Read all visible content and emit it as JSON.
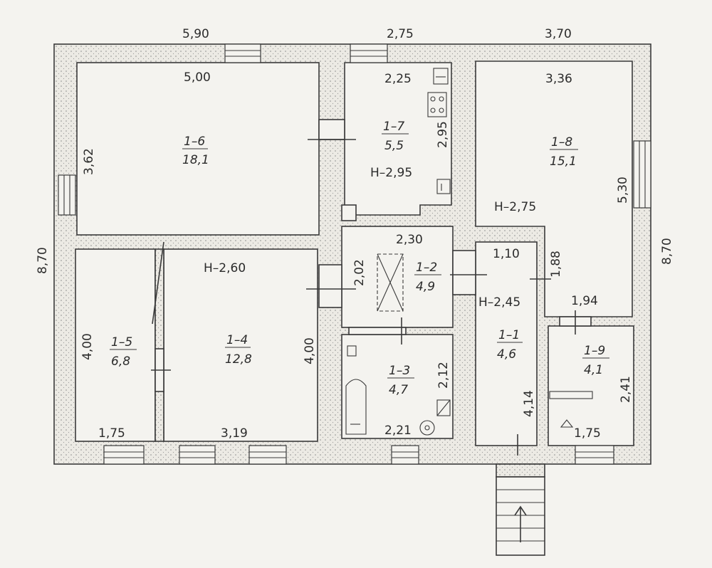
{
  "outer_dims": {
    "top_left": "5,90",
    "top_mid": "2,75",
    "top_right": "3,70",
    "left": "8,70",
    "right": "8,70"
  },
  "rooms": [
    {
      "id": "1-6",
      "number": "1–6",
      "area": "18,1",
      "width": "5,00",
      "height": "3,62"
    },
    {
      "id": "1-7",
      "number": "1–7",
      "area": "5,5",
      "width": "2,25",
      "height": "2,95",
      "ceiling": "H–2,95"
    },
    {
      "id": "1-8",
      "number": "1–8",
      "area": "15,1",
      "width": "3,36",
      "height": "5,30",
      "ceiling": "H–2,75"
    },
    {
      "id": "1-2",
      "number": "1–2",
      "area": "4,9",
      "width": "2,30",
      "height": "2,02"
    },
    {
      "id": "1-4",
      "number": "1–4",
      "area": "12,8",
      "width": "3,19",
      "height": "4,00",
      "ceiling": "H–2,60"
    },
    {
      "id": "1-5",
      "number": "1–5",
      "area": "6,8",
      "width": "1,75",
      "height": "4,00"
    },
    {
      "id": "1-3",
      "number": "1–3",
      "area": "4,7",
      "width": "2,21",
      "height": "2,12"
    },
    {
      "id": "1-1",
      "number": "1–1",
      "area": "4,6",
      "width": "1,10",
      "height": "4,14",
      "ceiling": "H–2,45"
    },
    {
      "id": "1-9",
      "number": "1–9",
      "area": "4,1",
      "width": "1,75",
      "height": "2,41"
    }
  ],
  "extra_dims": {
    "corridor_depth": "1,88",
    "corridor_width": "1,94"
  },
  "icons": [
    "stove-icon",
    "sink-icon",
    "boiler-icon",
    "bathtub-icon",
    "toilet-icon",
    "stairs-arrow-icon",
    "vent-shaft-icon"
  ]
}
